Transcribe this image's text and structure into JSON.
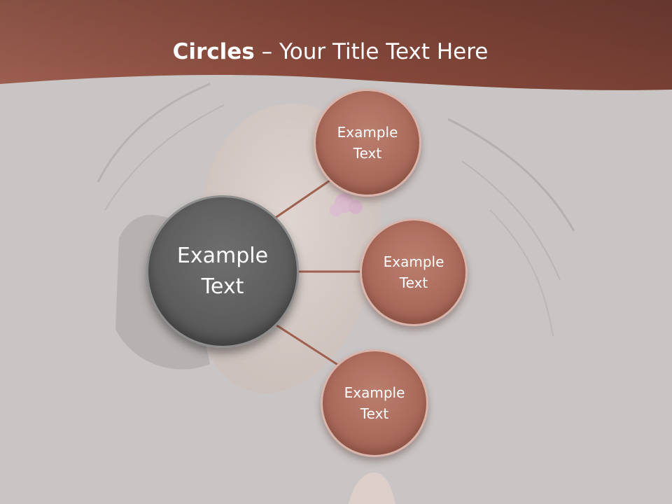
{
  "slide": {
    "title_bold": "Circles",
    "title_rest": " – Your Title Text Here"
  },
  "diagram": {
    "center": {
      "line1": "Example",
      "line2": "Text"
    },
    "satellites": [
      {
        "line1": "Example",
        "line2": "Text"
      },
      {
        "line1": "Example",
        "line2": "Text"
      },
      {
        "line1": "Example",
        "line2": "Text"
      }
    ]
  },
  "colors": {
    "header": "#8a4a3c",
    "background": "#c9c5c4",
    "satellite_fill": "#a9695a",
    "center_fill": "#5c5c5c",
    "connector": "#a0604f"
  }
}
